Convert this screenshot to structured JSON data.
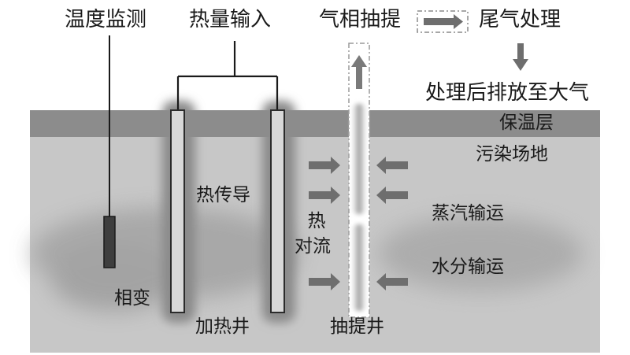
{
  "labels": {
    "temperature_monitoring": "温度监测",
    "heat_input": "热量输入",
    "vapor_extraction": "气相抽提",
    "tail_gas_treatment": "尾气处理",
    "discharge": "处理后排放至大气",
    "insulation_layer": "保温层",
    "contaminated_site": "污染场地",
    "heat_conduction": "热传导",
    "heat_convection_1": "热",
    "heat_convection_2": "对流",
    "steam_transport": "蒸汽输运",
    "water_transport": "水分输运",
    "phase_change": "相变",
    "heating_well": "加热井",
    "extraction_well": "抽提井"
  },
  "colors": {
    "site": "#c7c7c7",
    "insulation": "#8c8c8c",
    "arrow": "#6e6e6e",
    "sensor": "#3e3e3e",
    "plume": "#9a9a9a"
  }
}
